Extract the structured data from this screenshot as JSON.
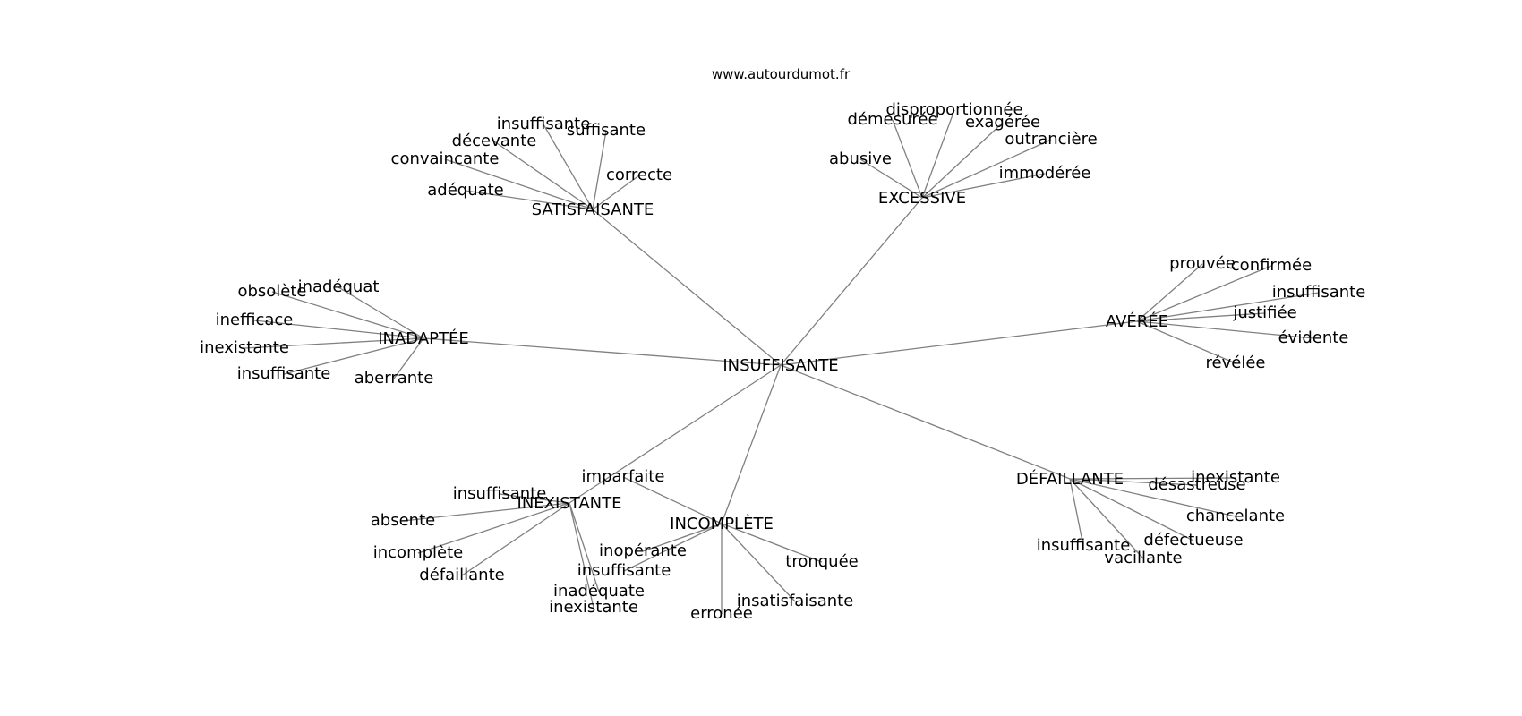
{
  "source": "www.autourdumot.fr",
  "root": "INSUFFISANTE",
  "groups": [
    {
      "hub": "SATISFAISANTE",
      "words": [
        "insuffisante",
        "suffisante",
        "décevante",
        "convaincante",
        "correcte",
        "adéquate"
      ]
    },
    {
      "hub": "EXCESSIVE",
      "words": [
        "disproportionnée",
        "démesurée",
        "exagérée",
        "outrancière",
        "abusive",
        "immodérée"
      ]
    },
    {
      "hub": "INADAPTÉE",
      "words": [
        "obsolète",
        "inadéquat",
        "inefficace",
        "inexistante",
        "insuffisante",
        "aberrante"
      ]
    },
    {
      "hub": "AVÉRÉE",
      "words": [
        "prouvée",
        "confirmée",
        "insuffisante",
        "justifiée",
        "évidente",
        "révélée"
      ]
    },
    {
      "hub": "INEXISTANTE",
      "words": [
        "insuffisante",
        "absente",
        "incomplète",
        "défaillante",
        "inadéquate",
        "inexistante"
      ]
    },
    {
      "hub": "INCOMPLÈTE",
      "words": [
        "imparfaite",
        "inopérante",
        "insuffisante",
        "erronée",
        "insatisfaisante",
        "tronquée"
      ]
    },
    {
      "hub": "DÉFAILLANTE",
      "words": [
        "inexistante",
        "désastreuse",
        "chancelante",
        "défectueuse",
        "vacillante",
        "insuffisante"
      ]
    }
  ]
}
